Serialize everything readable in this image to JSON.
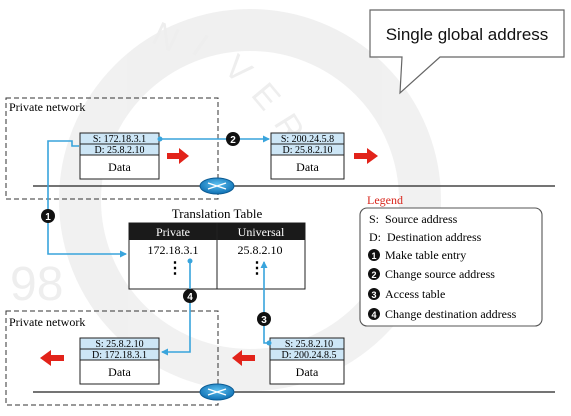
{
  "callout": {
    "text": "Single global address"
  },
  "watermark": {
    "text": "98",
    "letters": [
      "N",
      "I",
      "V",
      "E",
      "R",
      "S"
    ]
  },
  "networks": {
    "top_label": "Private network",
    "bottom_label": "Private network"
  },
  "packets": {
    "p1": {
      "src": "S: 172.18.3.1",
      "dst": "D: 25.8.2.10",
      "data": "Data"
    },
    "p2": {
      "src": "S: 200.24.5.8",
      "dst": "D: 25.8.2.10",
      "data": "Data"
    },
    "p3": {
      "src": "S: 25.8.2.10",
      "dst": "D: 200.24.8.5",
      "data": "Data"
    },
    "p4": {
      "src": "S: 25.8.2.10",
      "dst": "D: 172.18.3.1",
      "data": "Data"
    }
  },
  "table": {
    "title": "Translation Table",
    "col_private": "Private",
    "col_universal": "Universal",
    "private_value": "172.18.3.1",
    "universal_value": "25.8.2.10",
    "ellipsis": "⋮"
  },
  "steps": {
    "s1": "1",
    "s2": "2",
    "s3": "3",
    "s4": "4"
  },
  "legend": {
    "title": "Legend",
    "s_line": "S:  Source address",
    "d_line": "D:  Destination address",
    "items": [
      {
        "num": "1",
        "text": "Make table entry"
      },
      {
        "num": "2",
        "text": "Change source address"
      },
      {
        "num": "3",
        "text": "Access table"
      },
      {
        "num": "4",
        "text": "Change destination address"
      }
    ]
  },
  "colors": {
    "arrow_blue": "#39a4dc",
    "packet_header": "#cde6f6",
    "red_arrow": "#e2231a",
    "legend_title": "#d9261c",
    "router": "#1f8fd6",
    "table_header": "#1a1a1a"
  }
}
